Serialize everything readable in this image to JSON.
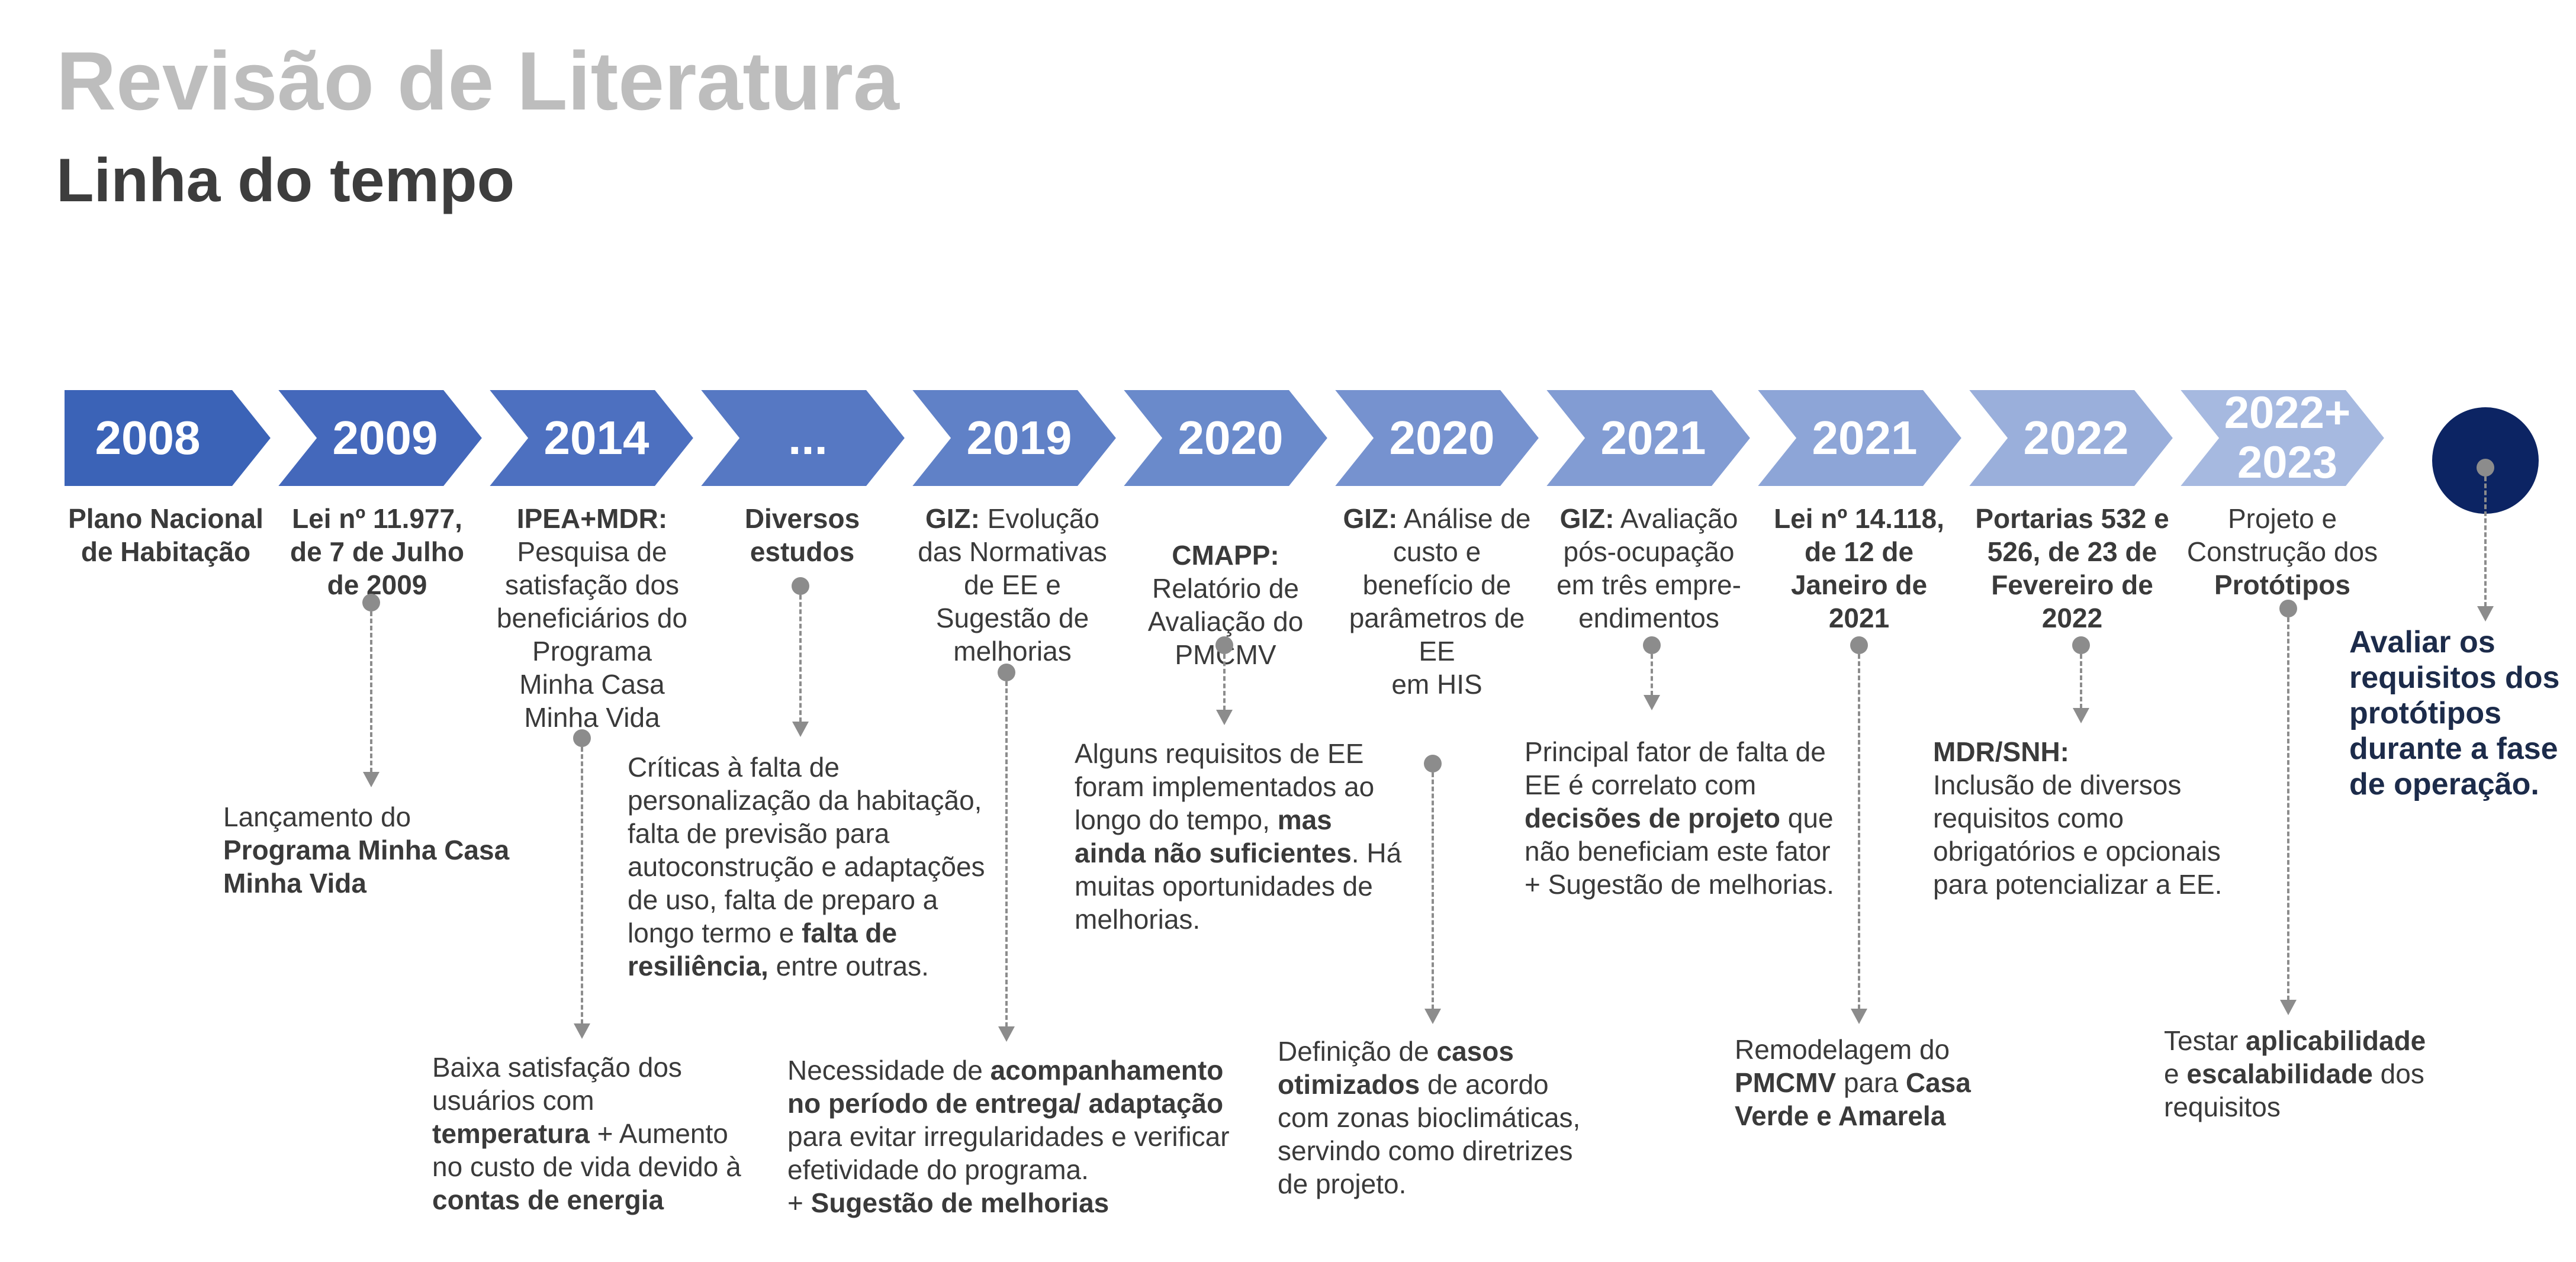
{
  "header": {
    "title": "Revisão de Literatura",
    "subtitle": "Linha do tempo"
  },
  "colors": {
    "chevrons": [
      "#3b63b7",
      "#4468bb",
      "#4d70c0",
      "#5678c3",
      "#6081c7",
      "#6a8acb",
      "#7692cf",
      "#829cd3",
      "#8da5d7",
      "#9aafdb",
      "#a6b9e0"
    ],
    "end_circle": "#0c2463",
    "connector": "#8c8c8c"
  },
  "timeline": [
    {
      "year": "2008",
      "label_lines": [
        "<b>Plano Nacional</b>",
        "<b>de Habitação</b>"
      ],
      "details": []
    },
    {
      "year": "2009",
      "label_lines": [
        "<b>Lei nº 11.977,</b>",
        "<b>de 7 de Julho</b>",
        "<b>de 2009</b>"
      ],
      "details": [
        "Lançamento do",
        "<b>Programa Minha Casa</b>",
        "<b>Minha Vida</b>"
      ]
    },
    {
      "year": "2014",
      "label_lines": [
        "<b>IPEA+MDR:</b>",
        "Pesquisa de",
        "satisfação dos",
        "beneficiários do",
        "Programa",
        "Minha Casa",
        "Minha Vida"
      ],
      "details": [
        "Baixa satisfação dos",
        "usuários com",
        "<b>temperatura</b> + Aumento",
        "no custo de vida devido à",
        "<b>contas de energia</b>"
      ]
    },
    {
      "year": "...",
      "label_lines": [
        "<b>Diversos</b>",
        "<b>estudos</b>"
      ],
      "details": [
        "Críticas à falta de",
        "personalização da habitação,",
        "falta de previsão para",
        "autoconstrução e adaptações",
        "de uso, falta de preparo a",
        "longo termo e <b>falta de</b>",
        "<b>resiliência,</b> entre outras."
      ]
    },
    {
      "year": "2019",
      "label_lines": [
        "<b>GIZ:</b> Evolução",
        "das Normativas",
        "de EE e",
        "Sugestão de",
        "melhorias"
      ],
      "details": [
        "Necessidade de <b>acompanhamento</b>",
        "<b>no período de entrega/ adaptação</b>",
        "para evitar irregularidades e verificar",
        "efetividade do programa.",
        " + <b>Sugestão de melhorias</b>"
      ]
    },
    {
      "year": "2020",
      "label_lines": [
        "<b>CMAPP:</b>",
        "Relatório de",
        "Avaliação do",
        "PMCMV"
      ],
      "details": [
        "Alguns requisitos de EE",
        "foram implementados ao",
        "longo do tempo, <b>mas</b>",
        "<b>ainda não suficientes</b>. Há",
        "muitas oportunidades de",
        "melhorias."
      ]
    },
    {
      "year": "2020",
      "label_lines": [
        "<b>GIZ:</b> Análise de",
        "custo e",
        "benefício de",
        "parâmetros de",
        "EE",
        "em HIS"
      ],
      "details": [
        "Definição de <b>casos</b>",
        "<b>otimizados</b> de acordo",
        "com zonas bioclimáticas,",
        "servindo como diretrizes",
        "de projeto."
      ]
    },
    {
      "year": "2021",
      "label_lines": [
        "<b>GIZ:</b> Avaliação",
        "pós-ocupação",
        "em três empre-",
        "endimentos"
      ],
      "details": [
        "Principal fator de falta de",
        "EE é correlato com",
        "<b>decisões de projeto</b> que",
        "não beneficiam este fator",
        "+ Sugestão de melhorias."
      ]
    },
    {
      "year": "2021",
      "label_lines": [
        "<b>Lei nº 14.118,</b>",
        "<b>de 12 de</b>",
        "<b>Janeiro de</b>",
        "<b>2021</b>"
      ],
      "details": [
        "Remodelagem do",
        "<b>PMCMV</b> para <b>Casa</b>",
        "<b>Verde e Amarela</b>"
      ]
    },
    {
      "year": "2022",
      "label_lines": [
        "<b>Portarias 532 e</b>",
        "<b>526, de  23 de</b>",
        "<b>Fevereiro de</b>",
        "<b>2022</b>"
      ],
      "details": [
        "<b>MDR/SNH:</b>",
        "Inclusão de diversos",
        "requisitos como",
        "obrigatórios e opcionais",
        "para potencializar a EE."
      ]
    },
    {
      "year": "2022+\n2023",
      "label_lines": [
        "Projeto e",
        "Construção dos",
        "<b>Protótipos</b>"
      ],
      "details": [
        "Testar <b>aplicabilidade</b>",
        "e <b>escalabilidade</b> dos",
        "requisitos"
      ]
    }
  ],
  "final_step": "Avaliar os requisitos dos protótipos durante a fase de operação."
}
